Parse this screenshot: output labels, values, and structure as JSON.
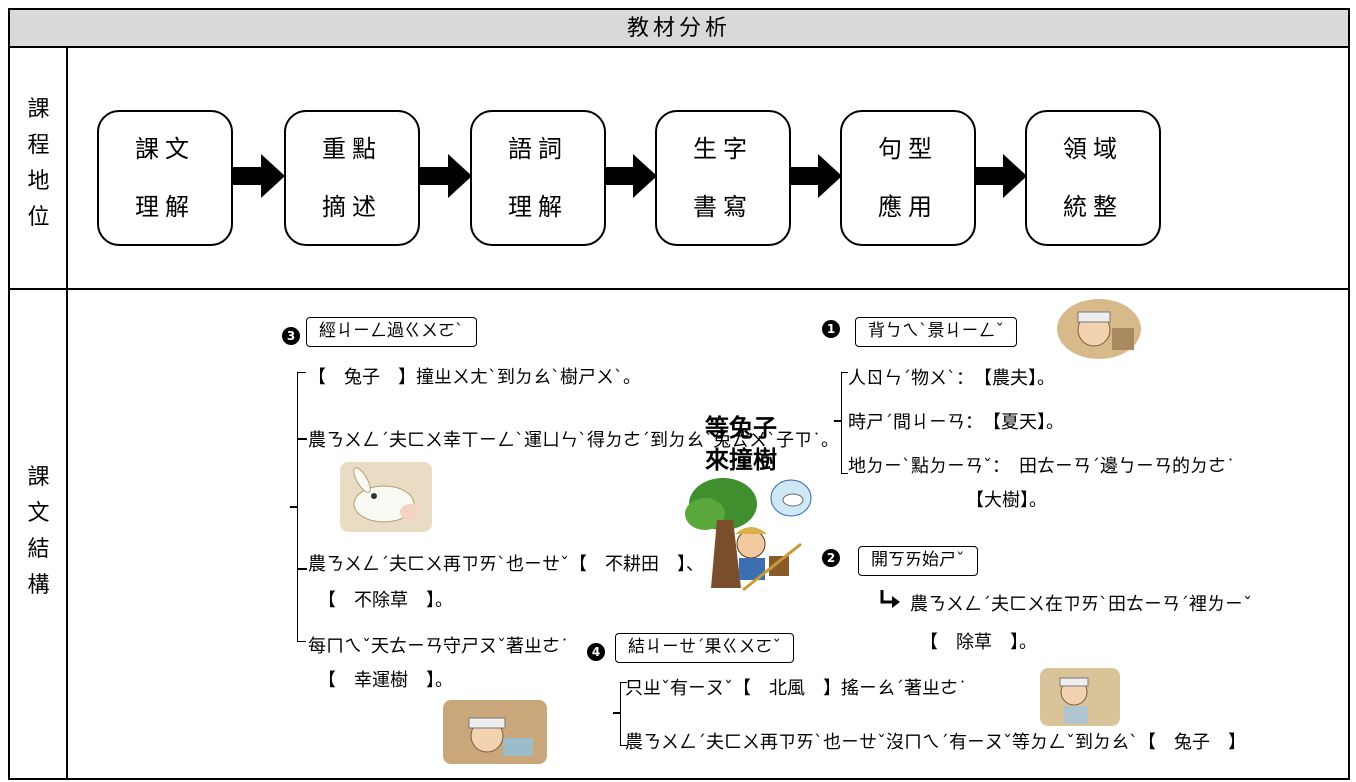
{
  "header": "教材分析",
  "row1_label": [
    "課",
    "程",
    "地",
    "位"
  ],
  "row2_label": [
    "課",
    "文",
    "結",
    "構"
  ],
  "flow": [
    {
      "l1": "課文",
      "l2": "理解"
    },
    {
      "l1": "重點",
      "l2": "摘述"
    },
    {
      "l1": "語詞",
      "l2": "理解"
    },
    {
      "l1": "生字",
      "l2": "書寫"
    },
    {
      "l1": "句型",
      "l2": "應用"
    },
    {
      "l1": "領域",
      "l2": "統整"
    }
  ],
  "center_title": [
    "等兔子",
    "來撞樹"
  ],
  "section3": {
    "num": "3",
    "label": "經ㄐㄧㄥ過ㄍㄨㄛˋ",
    "lines": [
      "【　兔子　】撞ㄓㄨㄤˋ到ㄉㄠˋ樹ㄕㄨˋ。",
      "農ㄋㄨㄥˊ夫ㄈㄨ幸ㄒㄧㄥˋ運ㄩㄣˋ得ㄉㄜˊ到ㄉㄠˋ兔ㄊㄨˋ子ㄗ˙。",
      "農ㄋㄨㄥˊ夫ㄈㄨ再ㄗㄞˋ也ㄧㄝˇ【　不耕田　】、",
      "【　不除草　】。",
      "每ㄇㄟˇ天ㄊㄧㄢ守ㄕㄡˇ著ㄓㄜ˙",
      "【　幸運樹　】。"
    ]
  },
  "section1": {
    "num": "1",
    "label": "背ㄅㄟˋ景ㄐㄧㄥˇ",
    "lines": [
      "人ㄖㄣˊ物ㄨˋ：　【農夫】。",
      "時ㄕˊ間ㄐㄧㄢ：　【夏天】。",
      "地ㄉㄧˋ點ㄉㄧㄢˇ：　田ㄊㄧㄢˊ邊ㄅㄧㄢ的ㄉㄜ˙",
      "【大樹】。"
    ]
  },
  "section2": {
    "num": "2",
    "label": "開ㄎㄞ始ㄕˇ",
    "lines": [
      "農ㄋㄨㄥˊ夫ㄈㄨ在ㄗㄞˋ田ㄊㄧㄢˊ裡ㄌㄧˇ",
      "【　除草　】。"
    ]
  },
  "section4": {
    "num": "4",
    "label": "結ㄐㄧㄝˊ果ㄍㄨㄛˇ",
    "lines": [
      "只ㄓˇ有ㄧㄡˇ【　北風　】搖ㄧㄠˊ著ㄓㄜ˙",
      "農ㄋㄨㄥˊ夫ㄈㄨ再ㄗㄞˋ也ㄧㄝˇ沒ㄇㄟˊ有ㄧㄡˇ等ㄉㄥˇ到ㄉㄠˋ【　兔子　】"
    ]
  },
  "colors": {
    "header_bg": "#d9d9d9",
    "border": "#000000"
  }
}
